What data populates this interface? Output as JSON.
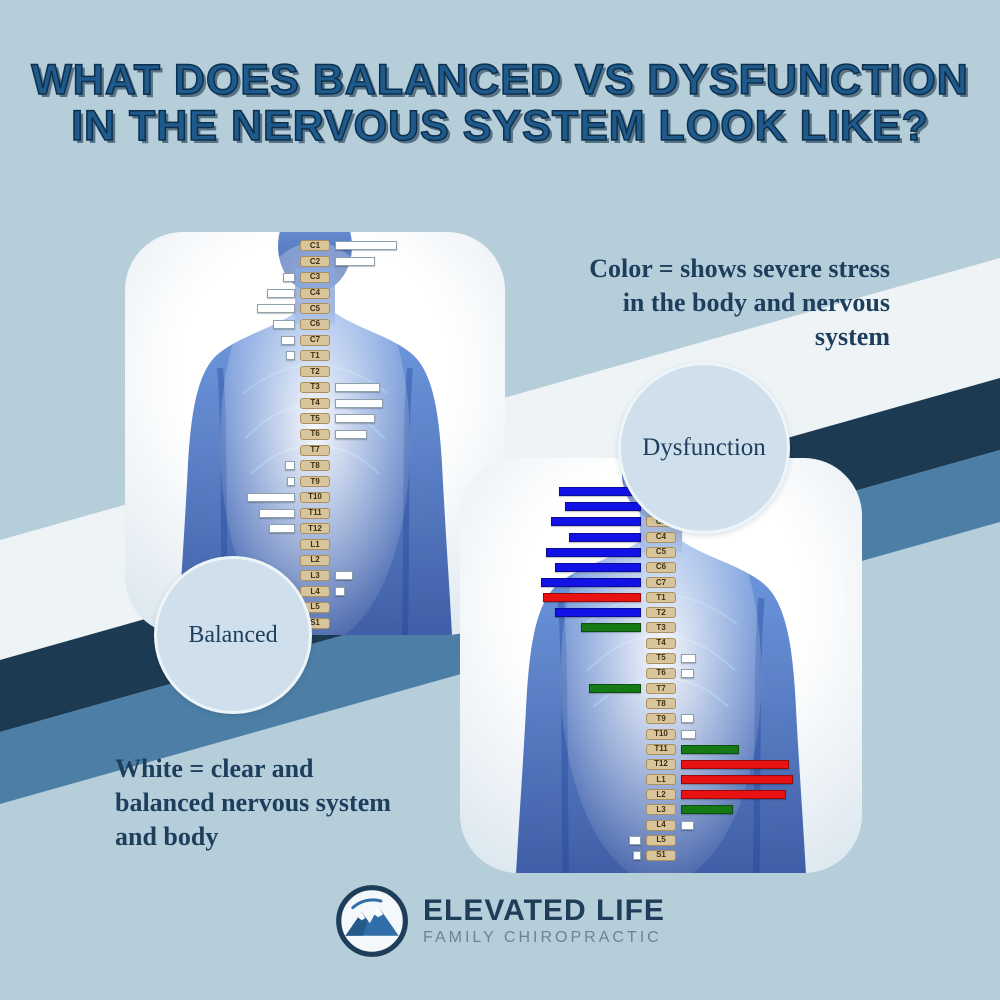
{
  "title": {
    "line1": "WHAT DOES BALANCED VS DYSFUNCTION",
    "line2": "IN THE NERVOUS SYSTEM LOOK LIKE?"
  },
  "annotations": {
    "color_note": "Color = shows severe stress\nin the body and nervous\nsystem",
    "white_note": "White = clear and\nbalanced nervous system\nand body"
  },
  "labels": {
    "balanced": "Balanced",
    "dysfunction": "Dysfunction"
  },
  "logo": {
    "name": "ELEVATED LIFE",
    "subtitle": "FAMILY CHIROPRACTIC"
  },
  "colors": {
    "background": "#b6cdda",
    "stripe_white": "#eef3f6",
    "stripe_navy": "#1c3a52",
    "stripe_steel": "#4d7fa6",
    "title_navy": "#1f5a8c",
    "text_navy": "#1d3e5c",
    "circle_fill": "#cfdfeb",
    "vertebra_tan": "#d8c59c",
    "bar_blue": "#1212e6",
    "bar_red": "#e81212",
    "bar_green": "#157a15",
    "bar_white": "#ffffff",
    "logo_navy": "#1d3d59",
    "logo_blue": "#2f6ea8",
    "logo_subtitle_gray": "#72828e"
  },
  "scans": {
    "vertebrae": [
      "C1",
      "C2",
      "C3",
      "C4",
      "C5",
      "C6",
      "C7",
      "T1",
      "T2",
      "T3",
      "T4",
      "T5",
      "T6",
      "T7",
      "T8",
      "T9",
      "T10",
      "T11",
      "T12",
      "L1",
      "L2",
      "L3",
      "L4",
      "L5",
      "S1"
    ],
    "balanced": {
      "label": "Balanced",
      "bars": [
        {
          "level": "C1",
          "side": "right",
          "color": "white",
          "value": 62
        },
        {
          "level": "C2",
          "side": "right",
          "color": "white",
          "value": 40
        },
        {
          "level": "C3",
          "side": "left",
          "color": "white",
          "value": 12
        },
        {
          "level": "C4",
          "side": "left",
          "color": "white",
          "value": 28
        },
        {
          "level": "C5",
          "side": "left",
          "color": "white",
          "value": 38
        },
        {
          "level": "C6",
          "side": "left",
          "color": "white",
          "value": 22
        },
        {
          "level": "C7",
          "side": "left",
          "color": "white",
          "value": 14
        },
        {
          "level": "T1",
          "side": "left",
          "color": "white",
          "value": 9
        },
        {
          "level": "T3",
          "side": "right",
          "color": "white",
          "value": 45
        },
        {
          "level": "T4",
          "side": "right",
          "color": "white",
          "value": 48
        },
        {
          "level": "T5",
          "side": "right",
          "color": "white",
          "value": 40
        },
        {
          "level": "T6",
          "side": "right",
          "color": "white",
          "value": 32
        },
        {
          "level": "T8",
          "side": "left",
          "color": "white",
          "value": 10
        },
        {
          "level": "T9",
          "side": "left",
          "color": "white",
          "value": 8
        },
        {
          "level": "T10",
          "side": "left",
          "color": "white",
          "value": 48
        },
        {
          "level": "T11",
          "side": "left",
          "color": "white",
          "value": 36
        },
        {
          "level": "T12",
          "side": "left",
          "color": "white",
          "value": 26
        },
        {
          "level": "L3",
          "side": "right",
          "color": "white",
          "value": 18
        },
        {
          "level": "L4",
          "side": "right",
          "color": "white",
          "value": 10
        }
      ]
    },
    "dysfunction": {
      "label": "Dysfunction",
      "bars": [
        {
          "level": "C1",
          "side": "left",
          "color": "blue",
          "value": 82
        },
        {
          "level": "C2",
          "side": "left",
          "color": "blue",
          "value": 76
        },
        {
          "level": "C3",
          "side": "left",
          "color": "blue",
          "value": 90
        },
        {
          "level": "C4",
          "side": "left",
          "color": "blue",
          "value": 72
        },
        {
          "level": "C5",
          "side": "left",
          "color": "blue",
          "value": 95
        },
        {
          "level": "C6",
          "side": "left",
          "color": "blue",
          "value": 86
        },
        {
          "level": "C7",
          "side": "left",
          "color": "blue",
          "value": 100
        },
        {
          "level": "T1",
          "side": "left",
          "color": "red",
          "value": 98
        },
        {
          "level": "T2",
          "side": "left",
          "color": "blue",
          "value": 86
        },
        {
          "level": "T3",
          "side": "left",
          "color": "green",
          "value": 60
        },
        {
          "level": "T5",
          "side": "right",
          "color": "white",
          "value": 15
        },
        {
          "level": "T6",
          "side": "right",
          "color": "white",
          "value": 13
        },
        {
          "level": "T7",
          "side": "left",
          "color": "green",
          "value": 52
        },
        {
          "level": "T9",
          "side": "right",
          "color": "white",
          "value": 13
        },
        {
          "level": "T10",
          "side": "right",
          "color": "white",
          "value": 15
        },
        {
          "level": "T11",
          "side": "right",
          "color": "green",
          "value": 58
        },
        {
          "level": "T12",
          "side": "right",
          "color": "red",
          "value": 108
        },
        {
          "level": "L1",
          "side": "right",
          "color": "red",
          "value": 112
        },
        {
          "level": "L2",
          "side": "right",
          "color": "red",
          "value": 105
        },
        {
          "level": "L3",
          "side": "right",
          "color": "green",
          "value": 52
        },
        {
          "level": "L4",
          "side": "right",
          "color": "white",
          "value": 13
        },
        {
          "level": "L5",
          "side": "left",
          "color": "white",
          "value": 12
        },
        {
          "level": "S1",
          "side": "left",
          "color": "white",
          "value": 8
        }
      ]
    }
  }
}
